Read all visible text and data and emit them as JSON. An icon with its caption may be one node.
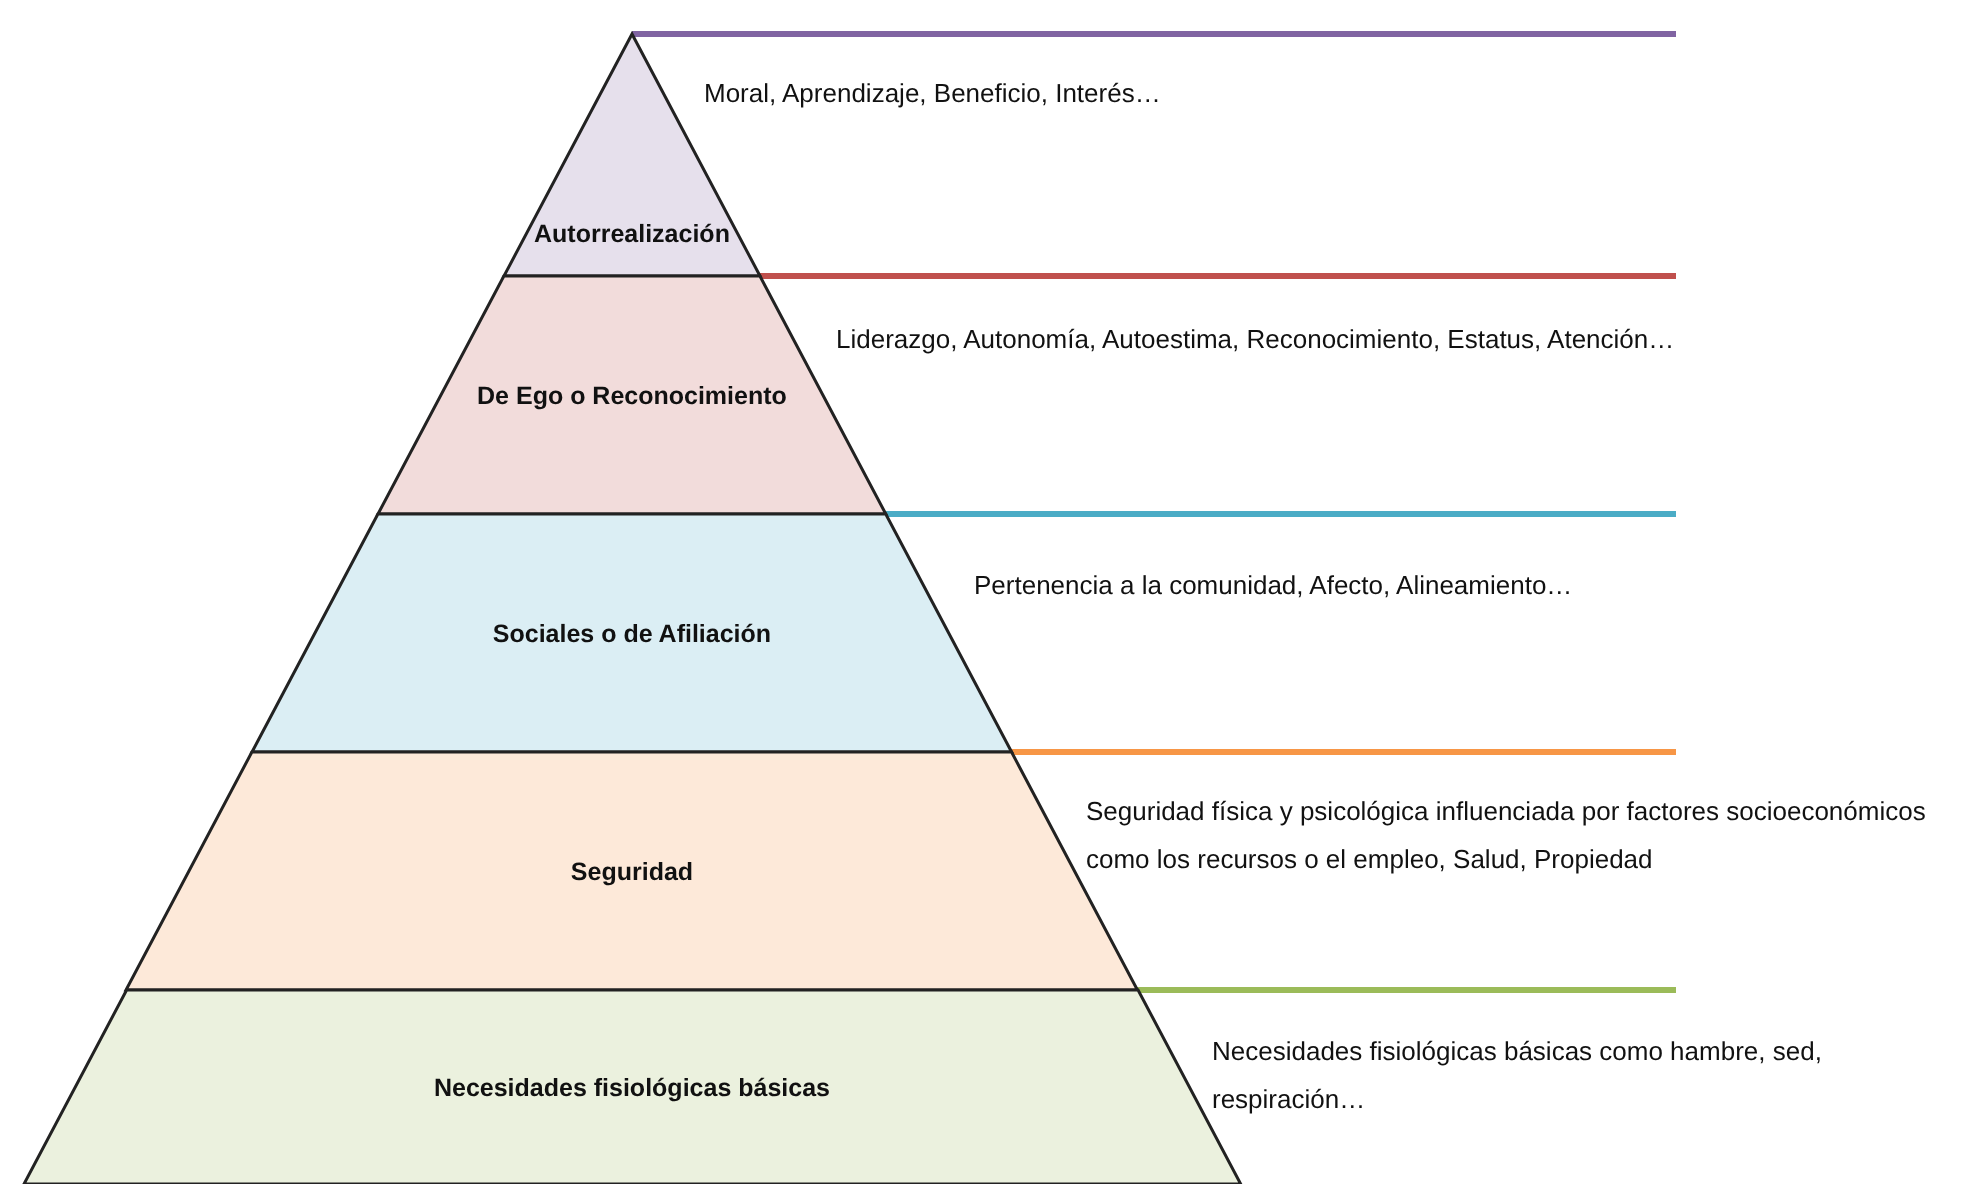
{
  "diagram": {
    "nodes": [
      {
        "text": [
          "Autorrealización"
        ],
        "beside": [
          "Moral, Aprendizaje, Beneficio, Interés…"
        ]
      },
      {
        "text": [
          "De Ego o Reconocimiento"
        ],
        "beside": [
          "Liderazgo, Autonomía, Autoestima, Reconocimiento, Estatus, Atención…"
        ]
      },
      {
        "text": [
          "Sociales o de Afiliación"
        ],
        "beside": [
          "Pertenencia a la comunidad, Afecto, Alineamiento…"
        ]
      },
      {
        "text": [
          "Seguridad"
        ],
        "beside": [
          "Seguridad física y psicológica influenciada por factores socioeconómicos como los recursos o el empleo, Salud, Propiedad"
        ]
      },
      {
        "text": [
          "Necesidades fisiológicas básicas"
        ],
        "beside": [
          "Necesidades fisiológicas básicas como hambre, sed, respiración…"
        ]
      }
    ]
  }
}
